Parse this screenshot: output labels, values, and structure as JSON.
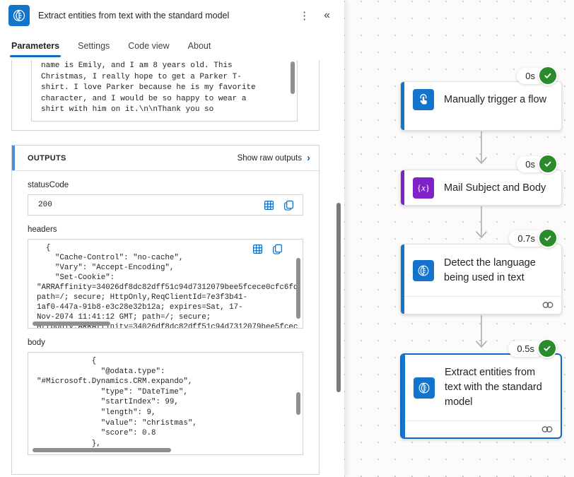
{
  "panel": {
    "title": "Extract entities from text with the standard model",
    "tabs": [
      "Parameters",
      "Settings",
      "Code view",
      "About"
    ],
    "active_tab": "Parameters",
    "parameter_text": "name is Emily, and I am 8 years old. This\nChristmas, I really hope to get a Parker T-\nshirt. I love Parker because he is my favorite\ncharacter, and I would be so happy to wear a\nshirt with him on it.\\n\\nThank you so",
    "outputs": {
      "heading": "OUTPUTS",
      "raw_link": "Show raw outputs",
      "status_label": "statusCode",
      "status_value": "200",
      "headers_label": "headers",
      "headers_value": "  {\n    \"Cache-Control\": \"no-cache\",\n    \"Vary\": \"Accept-Encoding\",\n    \"Set-Cookie\":\n\"ARRAffinity=34026df8dc82dff51c94d7312079bee5fcece0cfc6fd\npath=/; secure; HttpOnly,ReqClientId=7e3f3b41-\n1af0-447a-91b8-e3c28e32b12a; expires=Sat, 17-\nNov-2074 11:41:12 GMT; path=/; secure;\nHttpOnly,ARRAffinity=34026df8dc82dff51c94d7312079bee5fcec",
      "body_label": "body",
      "body_value": "            {\n              \"@odata.type\":\n\"#Microsoft.Dynamics.CRM.expando\",\n              \"type\": \"DateTime\",\n              \"startIndex\": 99,\n              \"length\": 9,\n              \"value\": \"christmas\",\n              \"score\": 0.8\n            },"
    }
  },
  "icons": {
    "more": "⋮",
    "collapse": "«",
    "chevron_right": "›"
  },
  "colors": {
    "accent_blue": "#0f6cbd",
    "icon_blue": "#1474cc",
    "icon_purple": "#7f22c9",
    "success_green": "#2b8a2b"
  },
  "canvas": {
    "nodes": [
      {
        "label": "Manually trigger a flow",
        "duration": "0s",
        "icon": "hand-tap-icon",
        "status": "succeeded"
      },
      {
        "label": "Mail Subject and Body",
        "duration": "0s",
        "icon": "braces-x-icon",
        "status": "succeeded"
      },
      {
        "label": "Detect the language being used in text",
        "duration": "0.7s",
        "icon": "ai-builder-icon",
        "status": "succeeded"
      },
      {
        "label": "Extract entities from text with the standard model",
        "duration": "0.5s",
        "icon": "ai-builder-icon",
        "status": "succeeded",
        "selected": true
      }
    ]
  }
}
